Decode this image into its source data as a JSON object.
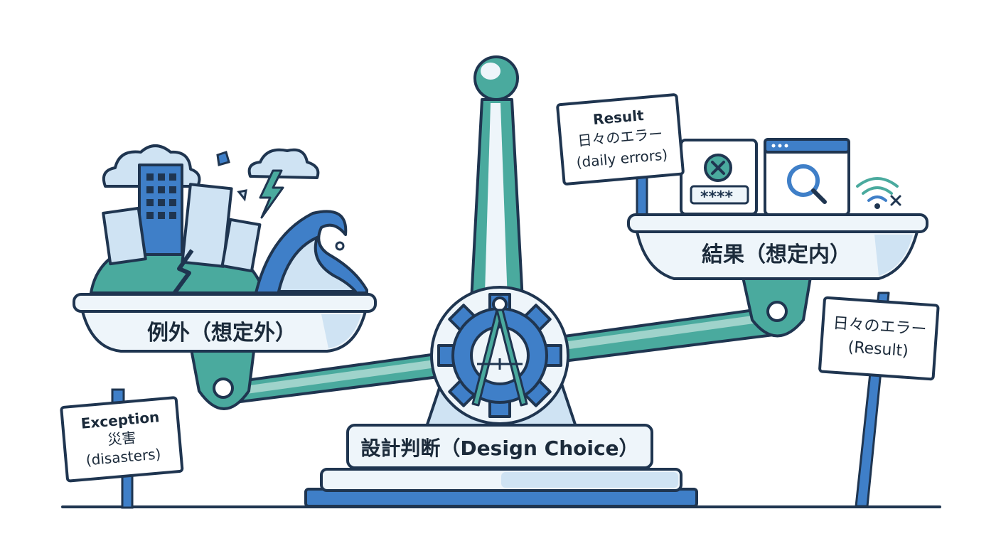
{
  "colors": {
    "outline": "#1f3550",
    "teal": "#4aaa9e",
    "blue": "#3f7fc8",
    "light_blue": "#cfe3f3",
    "pale": "#eef5fa",
    "white": "#ffffff"
  },
  "left_pan": {
    "label": "例外（想定外）"
  },
  "right_pan": {
    "label": "結果（想定内）"
  },
  "fulcrum": {
    "label": "設計判断（Design Choice）",
    "icon": "gear-compass-icon"
  },
  "sign_exception": {
    "line1": "Exception",
    "line2": "災害",
    "line3": "(disasters)"
  },
  "sign_result_top": {
    "line1": "Result",
    "line2": "日々のエラー",
    "line3": "(daily errors)"
  },
  "sign_result_right": {
    "line1": "日々のエラー",
    "line2": "(Result)"
  },
  "error_window": {
    "password_mask": "****",
    "icon": "error-x-icon"
  },
  "search_window": {
    "icon": "magnifier-icon"
  },
  "wifi": {
    "icon": "wifi-off-icon"
  }
}
